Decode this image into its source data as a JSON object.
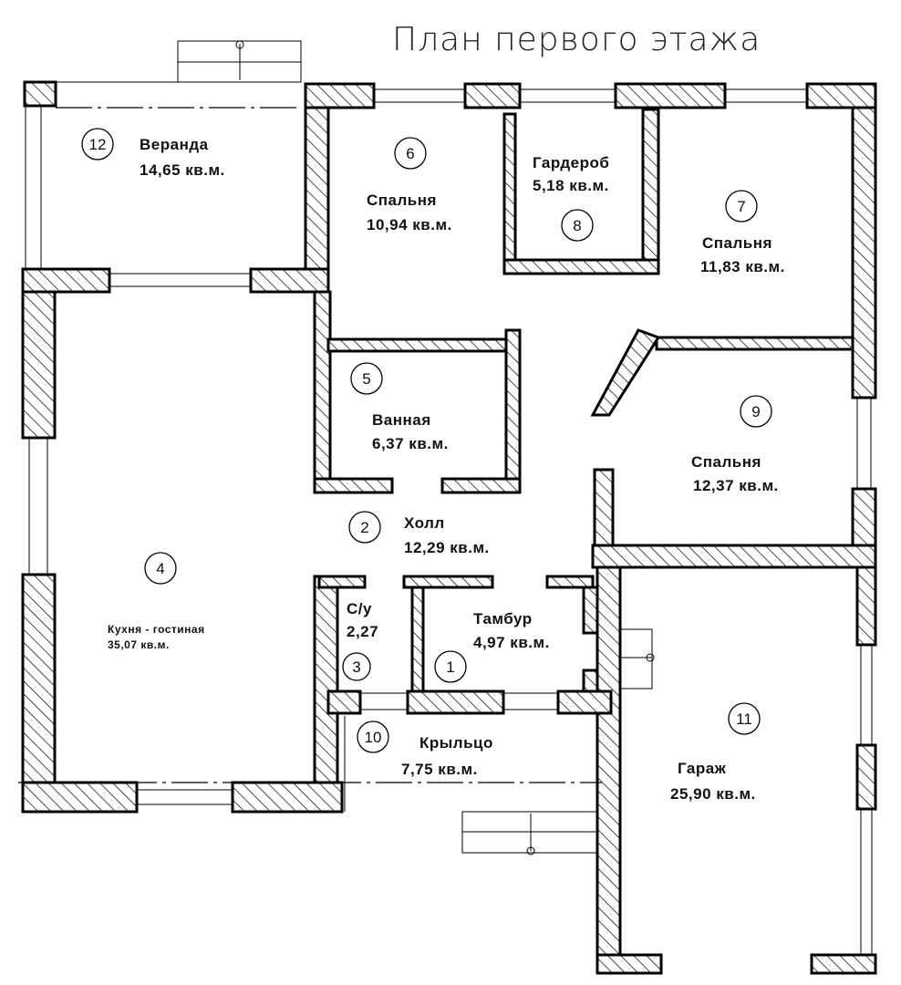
{
  "title": "План первого этажа",
  "rooms": [
    {
      "number": "1",
      "name": "Тамбур",
      "area": "4,97 кв.м."
    },
    {
      "number": "2",
      "name": "Холл",
      "area": "12,29 кв.м."
    },
    {
      "number": "3",
      "name": "С/у",
      "area": "2,27"
    },
    {
      "number": "4",
      "name": "Кухня - гостиная",
      "area": "35,07 кв.м."
    },
    {
      "number": "5",
      "name": "Ванная",
      "area": "6,37 кв.м."
    },
    {
      "number": "6",
      "name": "Спальня",
      "area": "10,94 кв.м."
    },
    {
      "number": "7",
      "name": "Спальня",
      "area": "11,83 кв.м."
    },
    {
      "number": "8",
      "name": "Гардероб",
      "area": "5,18 кв.м."
    },
    {
      "number": "9",
      "name": "Спальня",
      "area": "12,37 кв.м."
    },
    {
      "number": "10",
      "name": "Крыльцо",
      "area": "7,75 кв.м."
    },
    {
      "number": "11",
      "name": "Гараж",
      "area": "25,90 кв.м."
    },
    {
      "number": "12",
      "name": "Веранда",
      "area": "14,65 кв.м."
    }
  ]
}
